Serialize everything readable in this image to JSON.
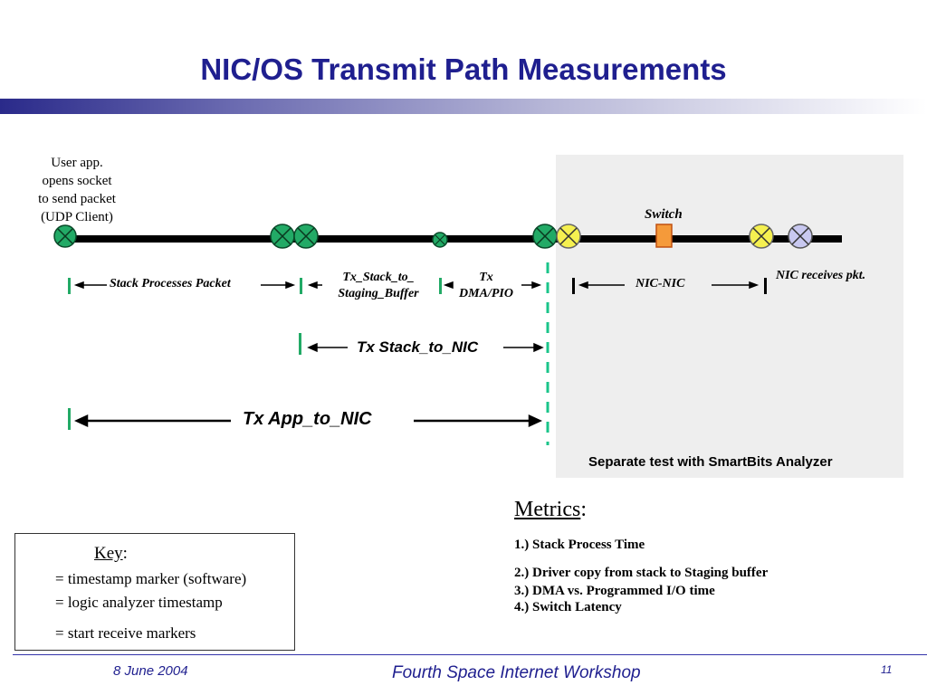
{
  "title": "NIC/OS Transmit Path Measurements",
  "diagram": {
    "user_app_label": [
      "User app.",
      "opens socket",
      "to send packet",
      "(UDP Client)"
    ],
    "switch_label": "Switch",
    "segments": {
      "stack_processes_packet": "Stack Processes Packet",
      "tx_stack_to_staging": [
        "Tx_Stack_to_",
        "Staging_Buffer"
      ],
      "tx_dma_pio": [
        "Tx",
        "DMA/PIO"
      ],
      "nic_nic": "NIC-NIC",
      "nic_receives": "NIC receives pkt.",
      "tx_stack_to_nic": "Tx Stack_to_NIC",
      "tx_app_to_nic": "Tx App_to_NIC"
    },
    "smartbits_note": "Separate test with SmartBits Analyzer",
    "colors": {
      "software_marker": "#22aa66",
      "logic_analyzer_marker": "#f5f050",
      "receive_marker": "#c8c8f0",
      "switch_box": "#f59a3a",
      "divider": "#1ac48a"
    }
  },
  "key": {
    "title": "Key",
    "colon": ":",
    "items": [
      {
        "icon": "green-x-circle",
        "label": "= timestamp marker (software)"
      },
      {
        "icon": "yellow-x-circle",
        "label": "= logic analyzer timestamp"
      },
      {
        "icon": "lavender-x-circle",
        "label": "= start receive markers"
      }
    ]
  },
  "metrics": {
    "title": "Metrics",
    "colon": ":",
    "items": [
      "1.) Stack Process Time",
      "2.) Driver copy from stack to Staging buffer",
      "3.) DMA vs. Programmed I/O time",
      "4.) Switch Latency"
    ]
  },
  "footer": {
    "date": "8 June 2004",
    "event": "Fourth Space Internet Workshop",
    "page": "11"
  }
}
